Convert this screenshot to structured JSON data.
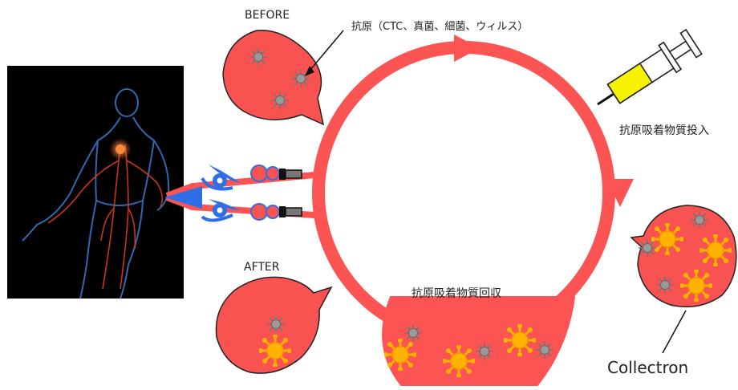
{
  "labels": {
    "before": "BEFORE",
    "after": "AFTER",
    "antigen": "抗原（CTC、真菌、細菌、ウィルス）",
    "adsorbent_injection": "抗原吸着物質投入",
    "adsorbent_recovery": "抗原吸着物質回収",
    "collectron": "Collectron"
  },
  "colors": {
    "loop": "#fb5453",
    "bubble_fill": "#f85350",
    "outline": "#222222",
    "antigen": "#8a8a8a",
    "adsorbent": "#ffb300",
    "clamp": "#2e6fe8",
    "syringe_fill": "#f7f300",
    "body_background": "#000000"
  },
  "icons": [
    "human-body-image",
    "syringe-icon",
    "clamp-icon",
    "antigen-particle-icon",
    "adsorbent-particle-icon",
    "connector-icon"
  ]
}
